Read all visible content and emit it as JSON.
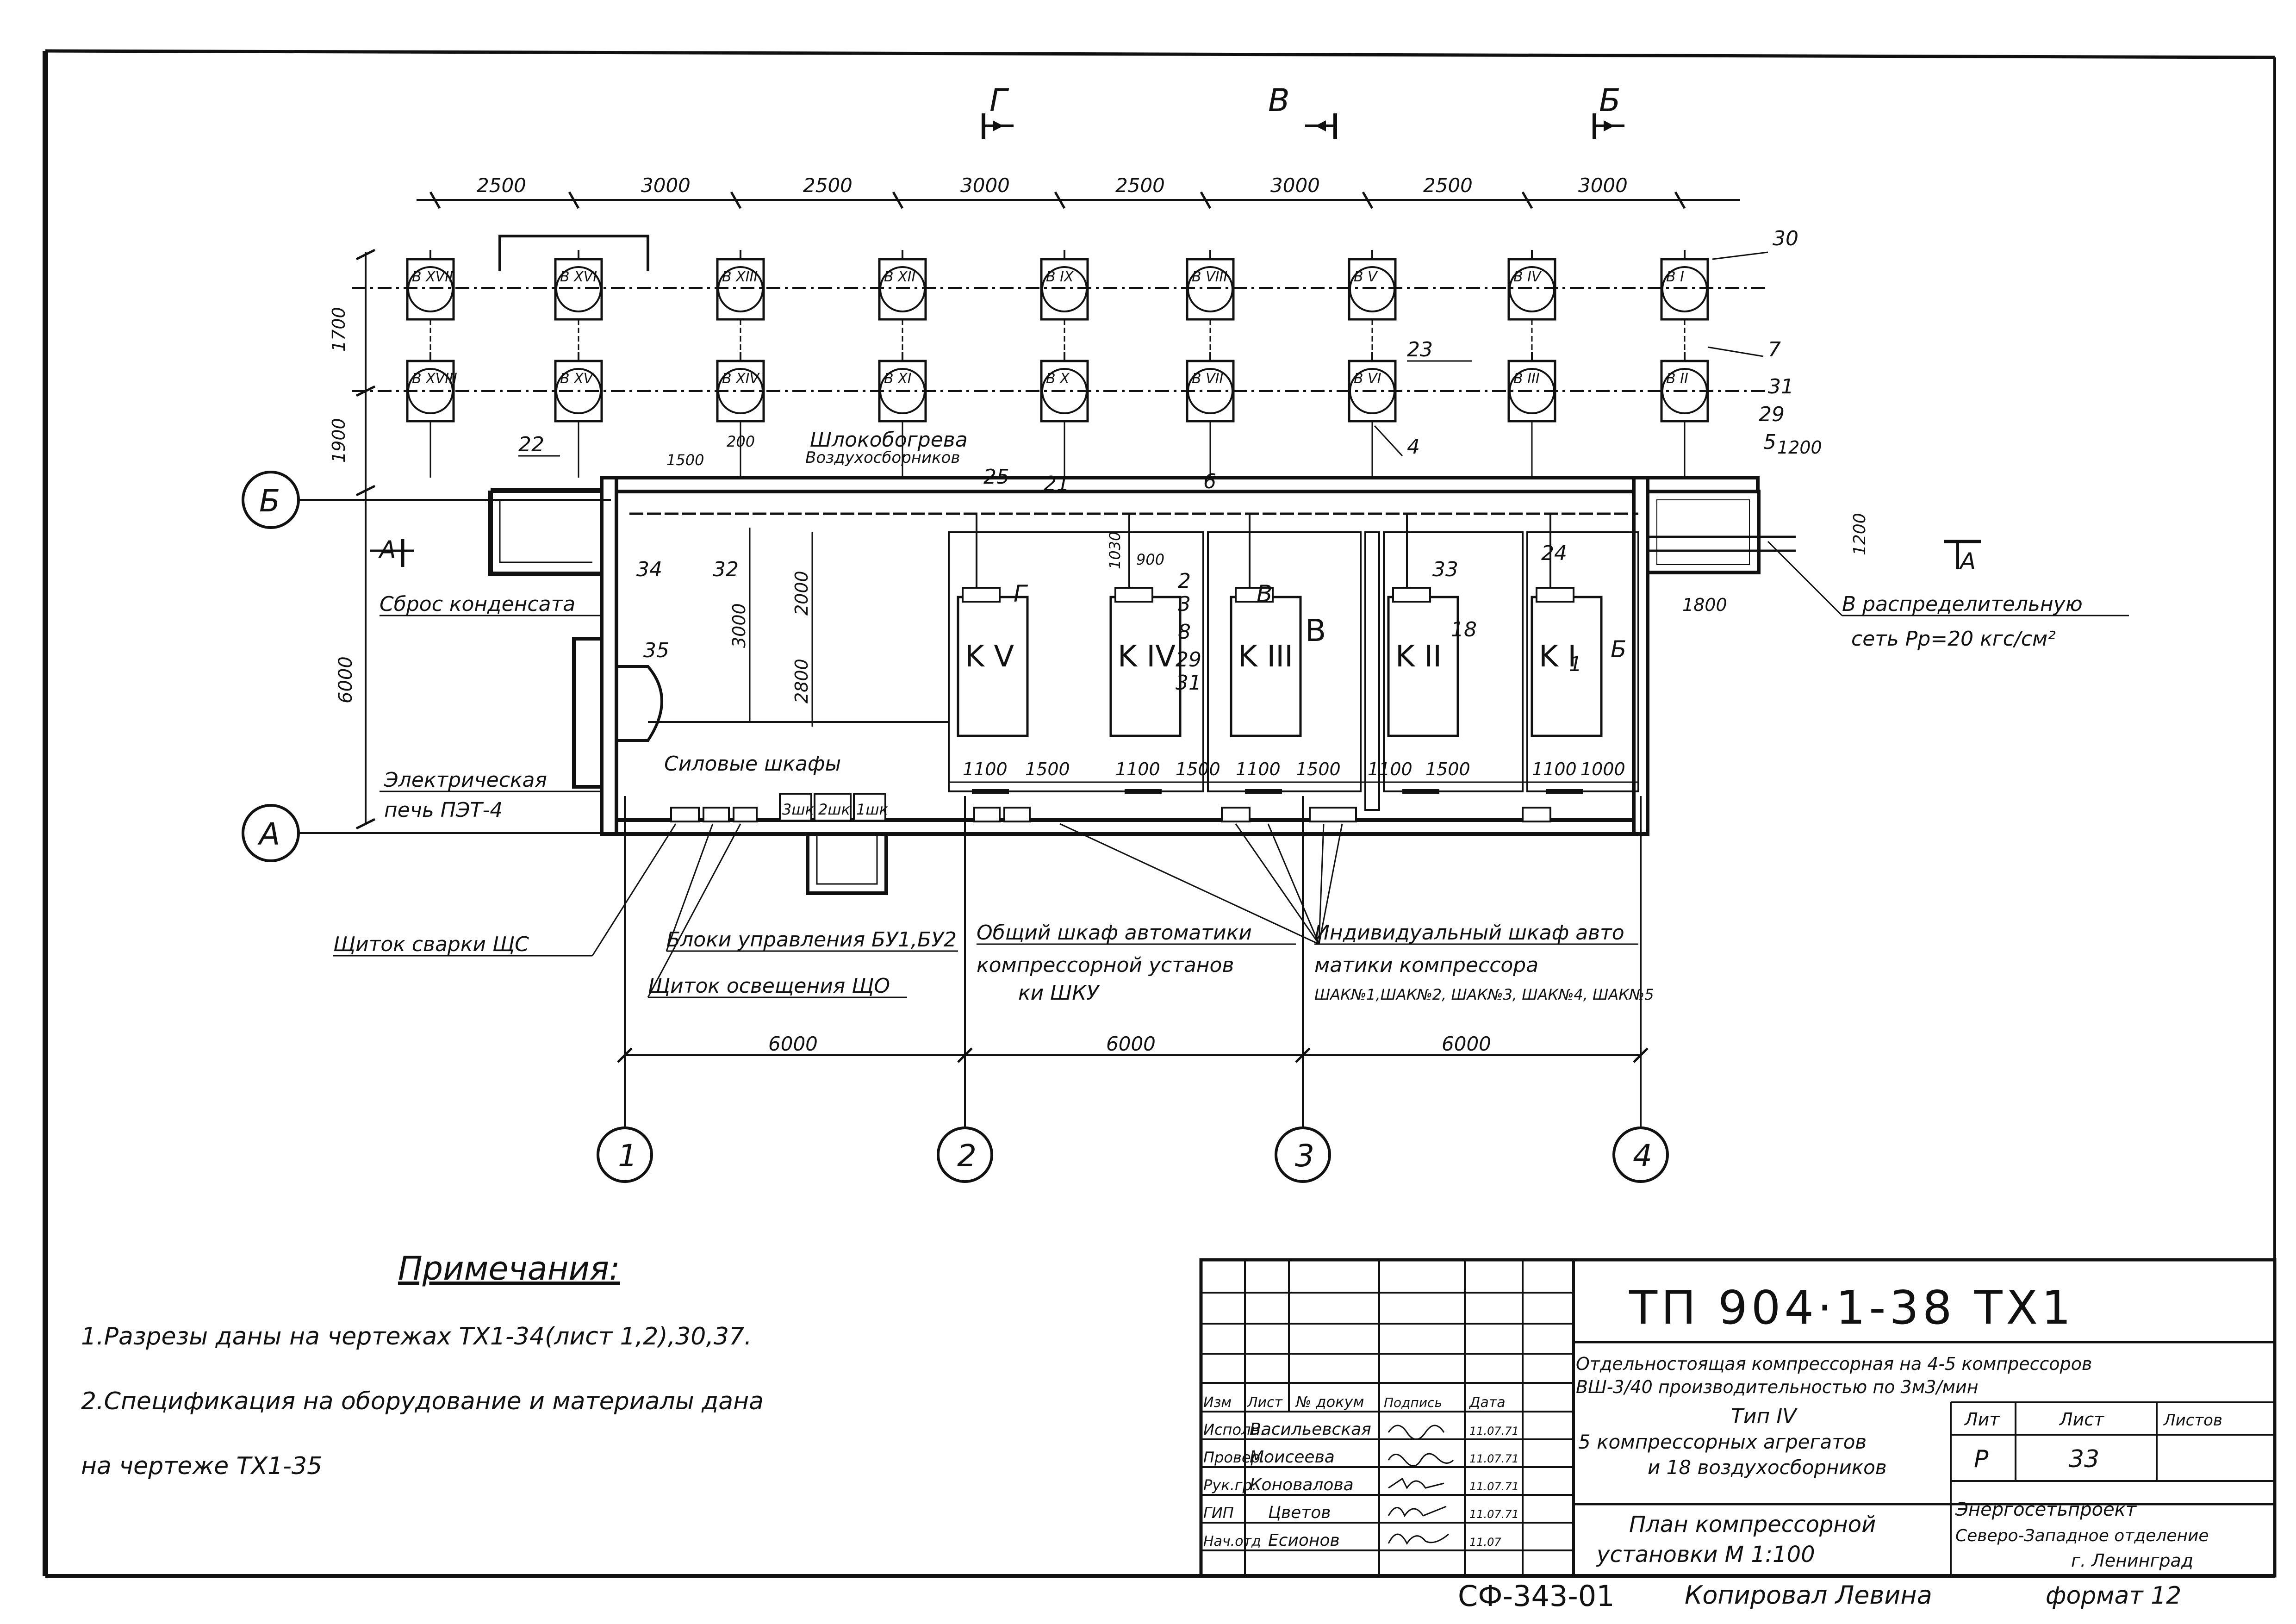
{
  "plan": {
    "section_marks": [
      {
        "id": "sec-g",
        "letter": "Г"
      },
      {
        "id": "sec-v",
        "letter": "В"
      },
      {
        "id": "sec-b",
        "letter": "Б"
      }
    ],
    "top_dims": [
      "2500",
      "3000",
      "2500",
      "3000",
      "2500",
      "3000",
      "2500",
      "3000"
    ],
    "vert_dims": {
      "d1700": "1700",
      "d1900": "1900",
      "d6000": "6000",
      "d3000": "3000",
      "d2000": "2000",
      "d2800": "2800",
      "d1200": "1200"
    },
    "receivers": [
      {
        "top": "B XVII",
        "bot": "B XVIII"
      },
      {
        "top": "B XVI",
        "bot": "B XV"
      },
      {
        "top": "B XIII",
        "bot": "B XIV"
      },
      {
        "top": "B XII",
        "bot": "B XI"
      },
      {
        "top": "B IX",
        "bot": "B X"
      },
      {
        "top": "B VIII",
        "bot": "B VII"
      },
      {
        "top": "B V",
        "bot": "B VI"
      },
      {
        "top": "B IV",
        "bot": "B III"
      },
      {
        "top": "B I",
        "bot": "B II"
      }
    ],
    "compressors": [
      "K V",
      "K IV",
      "K III",
      "K II",
      "K I"
    ],
    "bottom_inner_dims": [
      "1100",
      "1500",
      "1100",
      "1500",
      "1100",
      "1500",
      "1100",
      "1500",
      "1100",
      "1000"
    ],
    "axis_letters": {
      "b": "Б",
      "a": "А"
    },
    "axis_numbers": [
      "1",
      "2",
      "3",
      "4"
    ],
    "axis_dims": [
      "6000",
      "6000",
      "6000"
    ],
    "callouts": {
      "n30": "30",
      "n7": "7",
      "n31": "31",
      "n29": "29",
      "n5": "5",
      "n23": "23",
      "n4": "4",
      "n22": "22",
      "n34": "34",
      "n32": "32",
      "n25": "25",
      "n21": "21",
      "n6": "6",
      "n35": "35",
      "n33": "33",
      "n24": "24",
      "n18": "18",
      "n1": "1",
      "stack": [
        "2",
        "3",
        "8",
        "29",
        "31"
      ],
      "d1500": "1500",
      "d200": "200",
      "d900": "900",
      "d1800": "1800",
      "d1200b": "1200",
      "d1030": "1030"
    },
    "labels": {
      "condensate": "Сброс конденсата",
      "heating": "Шлокобогрева",
      "heating2": "Воздухосборников",
      "power_cabinets": "Силовые шкафы",
      "shk1": "3шк",
      "shk2": "2шк",
      "shk3": "1шк",
      "furnace1": "Электрическая",
      "furnace2": "печь ПЭТ-4",
      "welding": "Щиток сварки ЩС",
      "control_blocks": "Блоки управления БУ1,БУ2",
      "lighting": "Щиток освещения ЩО",
      "general_cab1": "Общий шкаф автоматики",
      "general_cab2": "компрессорной установ",
      "general_cab3": "ки ШКУ",
      "indiv_cab1": "Индивидуальный шкаф авто",
      "indiv_cab2": "матики компрессора",
      "indiv_cab3": "ШАК№1,ШАК№2, ШАК№3, ШАК№4, ШАК№5",
      "distribution1": "В распределительную",
      "distribution2": "сеть Рр=20 кгс/см²",
      "letter_v_room": "В",
      "sec_a_left": "А",
      "sec_a_right": "А",
      "sec_g_in": "Г",
      "sec_v_in": "В",
      "sec_b_in": "Б"
    }
  },
  "notes": {
    "title": "Примечания:",
    "items": [
      "1.Разрезы даны на чертежах ТХ1-34(лист 1,2),30,37.",
      "2.Спецификация на оборудование и материалы дана",
      "на чертеже ТХ1-35"
    ]
  },
  "stamp": {
    "code": "ТП  904·1-38  ТХ1",
    "desc1": "Отдельностоящая компрессорная на 4-5 компрессоров",
    "desc2": "ВШ-3/40 производительностью по 3м3/мин",
    "type_line": "Тип IV",
    "type_d1": "5 компрессорных агрегатов",
    "type_d2": "и 18 воздухосборников",
    "sheet_name1": "План компрессорной",
    "sheet_name2": "установки    М 1:100",
    "hdr": {
      "izm": "Изм",
      "list": "Лист",
      "doc": "№ докум",
      "sign": "Подпись",
      "date": "Дата"
    },
    "people": [
      {
        "role": "Исполн.",
        "name": "Васильевская",
        "date": "11.07.71"
      },
      {
        "role": "Провер.",
        "name": "Моисеева",
        "date": "11.07.71"
      },
      {
        "role": "Рук.гр.",
        "name": "Коновалова",
        "date": "11.07.71"
      },
      {
        "role": "ГИП",
        "name": "Цветов",
        "date": "11.07.71"
      },
      {
        "role": "Нач.отд",
        "name": "Есионов",
        "date": "11.07"
      }
    ],
    "lit_h": "Лит",
    "list_h": "Лист",
    "lists_h": "Листов",
    "lit": "Р",
    "list": "33",
    "org1": "Энергосетьпроект",
    "org2": "Северо-Западное отделение",
    "org3": "г. Ленинград"
  },
  "footer": {
    "num": "СФ-343-01",
    "copied": "Копировал Левина",
    "format": "формат 12"
  }
}
